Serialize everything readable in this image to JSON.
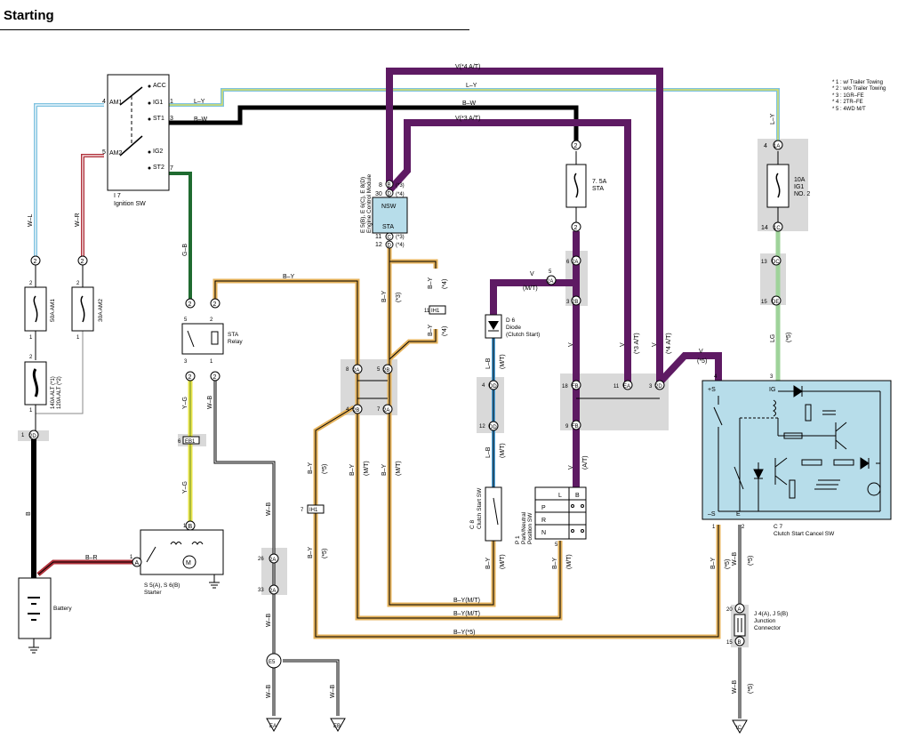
{
  "page": {
    "title": "Starting"
  },
  "notes": [
    "* 1 : w/ Trailer Towing",
    "* 2 : w/o Trailer Towing",
    "* 3 : 1GR–FE",
    "* 4 : 2TR–FE",
    "* 5 : 4WD M/T"
  ],
  "components": {
    "ignition_sw": {
      "ref": "I 7",
      "name": "Ignition SW",
      "terms": [
        "ACC",
        "IG1",
        "ST1",
        "IG2",
        "ST2",
        "AM1",
        "AM2"
      ],
      "pins": [
        "1",
        "3",
        "7",
        "4",
        "5"
      ]
    },
    "ecm": {
      "ref": "E 5(B), E 6(C), E 8(D)",
      "name": "Engine Control Module",
      "terms": [
        "NSW",
        "STA"
      ],
      "pins": [
        "8",
        "30",
        "11",
        "12"
      ],
      "plugs": [
        "B",
        "D",
        "C",
        "D"
      ],
      "notes": [
        "(*3)",
        "(*4)",
        "(*3)",
        "(*4)"
      ]
    },
    "fuse_sta": {
      "rating": "7. 5A",
      "name": "STA",
      "pins": [
        "2",
        "2"
      ]
    },
    "fuse_ig1": {
      "rating": "10A",
      "name": "IG1",
      "no": "NO. 2",
      "pins": [
        "4",
        "14"
      ],
      "plugs": [
        "1A",
        "1C"
      ]
    },
    "fuse_am1": {
      "label": "50A AM1",
      "pins": [
        "2",
        "1"
      ]
    },
    "fuse_am2": {
      "label": "30A AM2",
      "pins": [
        "2",
        "1"
      ]
    },
    "fuse_alt": {
      "label1": "140A ALT (*1)",
      "label2": "120A ALT (*2)",
      "pins": [
        "2",
        "1"
      ]
    },
    "sta_relay": {
      "name1": "STA",
      "name2": "Relay",
      "pins": [
        "5",
        "2",
        "3",
        "1"
      ]
    },
    "starter": {
      "ref": "S 5(A), S 6(B)",
      "name": "Starter",
      "pin_b": "B",
      "pin_a": "A",
      "pin1": "1",
      "pin1b": "1",
      "motor": "M"
    },
    "battery": {
      "name": "Battery"
    },
    "diode": {
      "ref": "D 6",
      "name1": "Diode",
      "name2": "(Clutch Start)"
    },
    "clutch_sw": {
      "ref": "C 8",
      "name": "Clutch Start SW"
    },
    "pn_sw": {
      "ref": "P 1",
      "name1": "Park/Neutral",
      "name2": "Position SW",
      "terms": [
        "L",
        "B",
        "P",
        "R",
        "N"
      ],
      "pin": "5"
    },
    "csc_sw": {
      "ref": "C 7",
      "name": "Clutch Start Cancel SW",
      "terms": [
        "+S",
        "IG",
        "–S",
        "E"
      ],
      "pins": [
        "4",
        "3",
        "1",
        "2"
      ]
    },
    "junction": {
      "ref": "J 4(A), J 5(B)",
      "name1": "Junction",
      "name2": "Connector",
      "pins": [
        "20",
        "15"
      ],
      "plugs": [
        "A",
        "B"
      ]
    }
  },
  "connectors": {
    "c2a": "2A",
    "c2b": "2B",
    "c6": "6",
    "cEB1": "EB1",
    "cIH1": "IH1",
    "cDD": "DD",
    "cDE": "DE",
    "cEA": "EA",
    "cFB": "FB",
    "cDC": "DC",
    "c2D": "2D",
    "c1A": "1A",
    "c1C": "1C",
    "cE5": "E5",
    "cEB": "EB",
    "cIC": "IC",
    "c2": "2",
    "c1": "1",
    "c5": "5",
    "c3": "3",
    "c4": "4",
    "c7": "7",
    "c8": "8",
    "c9": "9",
    "c11": "11",
    "c12": "12",
    "c13": "13",
    "c14": "14",
    "c15": "15",
    "c18": "18",
    "c26": "26",
    "c33": "33",
    "c20": "20"
  },
  "wires": {
    "L-Y": "L–Y",
    "B-W": "B–W",
    "V4AT": "V(*4 A/T)",
    "V3AT": "V(*3 A/T)",
    "B-Y": "B–Y",
    "B-L": "W–L",
    "W-R": "W–R",
    "G-B": "G–B",
    "Y-G": "Y–G",
    "W-B": "W–B",
    "B-R": "B–R",
    "B": "B",
    "V": "V",
    "LG": "LG",
    "L-B": "L–B",
    "BY_MT": "B–Y(M/T)",
    "BY_5": "B–Y(*5)",
    "V_MT": "(M/T)",
    "n3": "(*3)",
    "n4": "(*4)",
    "n5": "(*5)",
    "nAT": "(A/T)",
    "n3AT": "(*3 A/T)",
    "n4AT": "(*4 A/T)",
    "nMT": "(M/T)"
  },
  "colors": {
    "violet": "#5e1a63",
    "black": "#000000",
    "lightgreen": "#9fd39a",
    "yellow": "#e8e44a",
    "orange": "#e5b25a",
    "red": "#b0303a",
    "blue": "#4da1d8",
    "green": "#1f6b30",
    "lightblue": "#7ec2e0",
    "gray": "#d9d9d9"
  }
}
